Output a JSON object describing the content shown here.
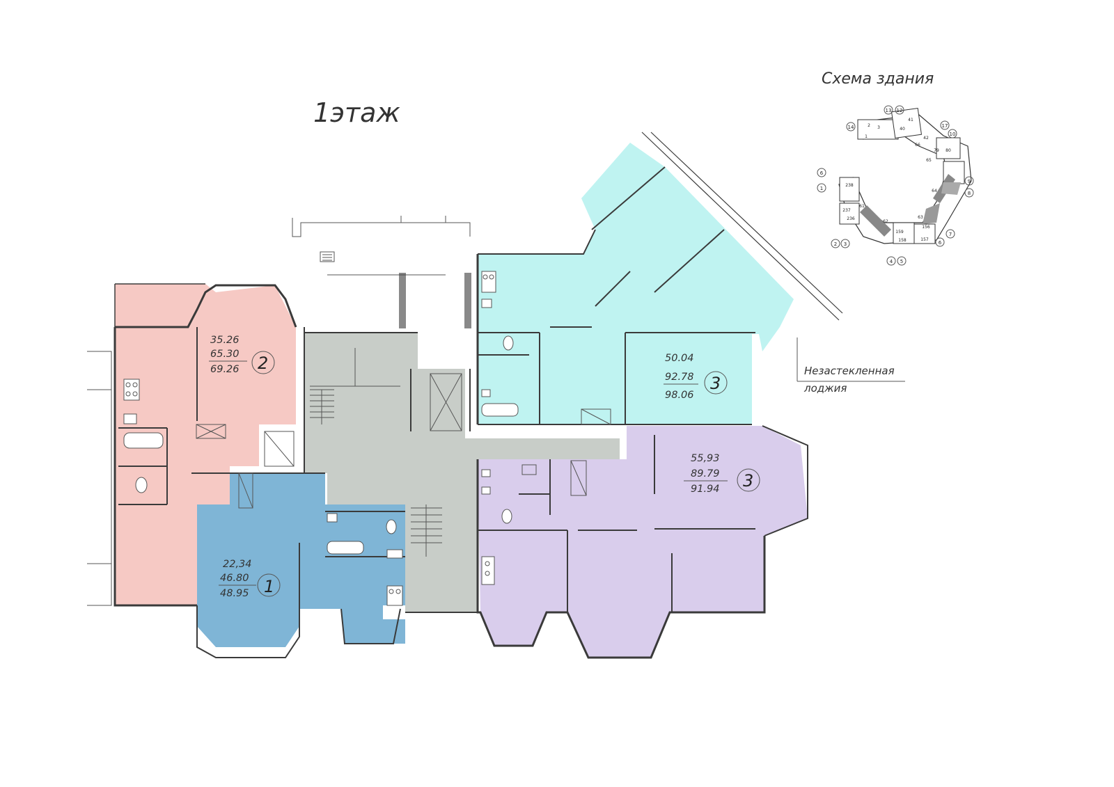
{
  "floor_title": "1этаж",
  "scheme_title": "Схема здания",
  "note": {
    "line1": "Незастекленная",
    "line2": "лоджия"
  },
  "apartments": [
    {
      "rooms": "2",
      "living": "35.26",
      "total": "65.30",
      "with_loggia": "69.26",
      "color": "#f6c9c4"
    },
    {
      "rooms": "1",
      "living": "22,34",
      "total": "46.80",
      "with_loggia": "48.95",
      "color": "#7fb5d6"
    },
    {
      "rooms": "3",
      "living": "50.04",
      "total": "92.78",
      "with_loggia": "98.06",
      "color": "#bff3f1"
    },
    {
      "rooms": "3",
      "living": "55,93",
      "total": "89.79",
      "with_loggia": "91.94",
      "color": "#d9cdec"
    }
  ],
  "common_area_color": "#c8cdc8",
  "scheme": {
    "section_labels": [
      "13",
      "12",
      "14",
      "17",
      "10",
      "1",
      "2",
      "3",
      "4",
      "5",
      "6",
      "7",
      "8",
      "9",
      "6"
    ],
    "apartment_labels": [
      "2",
      "3",
      "1",
      "41",
      "40",
      "42",
      "79",
      "80",
      "66",
      "65",
      "64",
      "63",
      "62",
      "61",
      "159",
      "156",
      "158",
      "157",
      "238",
      "237",
      "236"
    ]
  }
}
